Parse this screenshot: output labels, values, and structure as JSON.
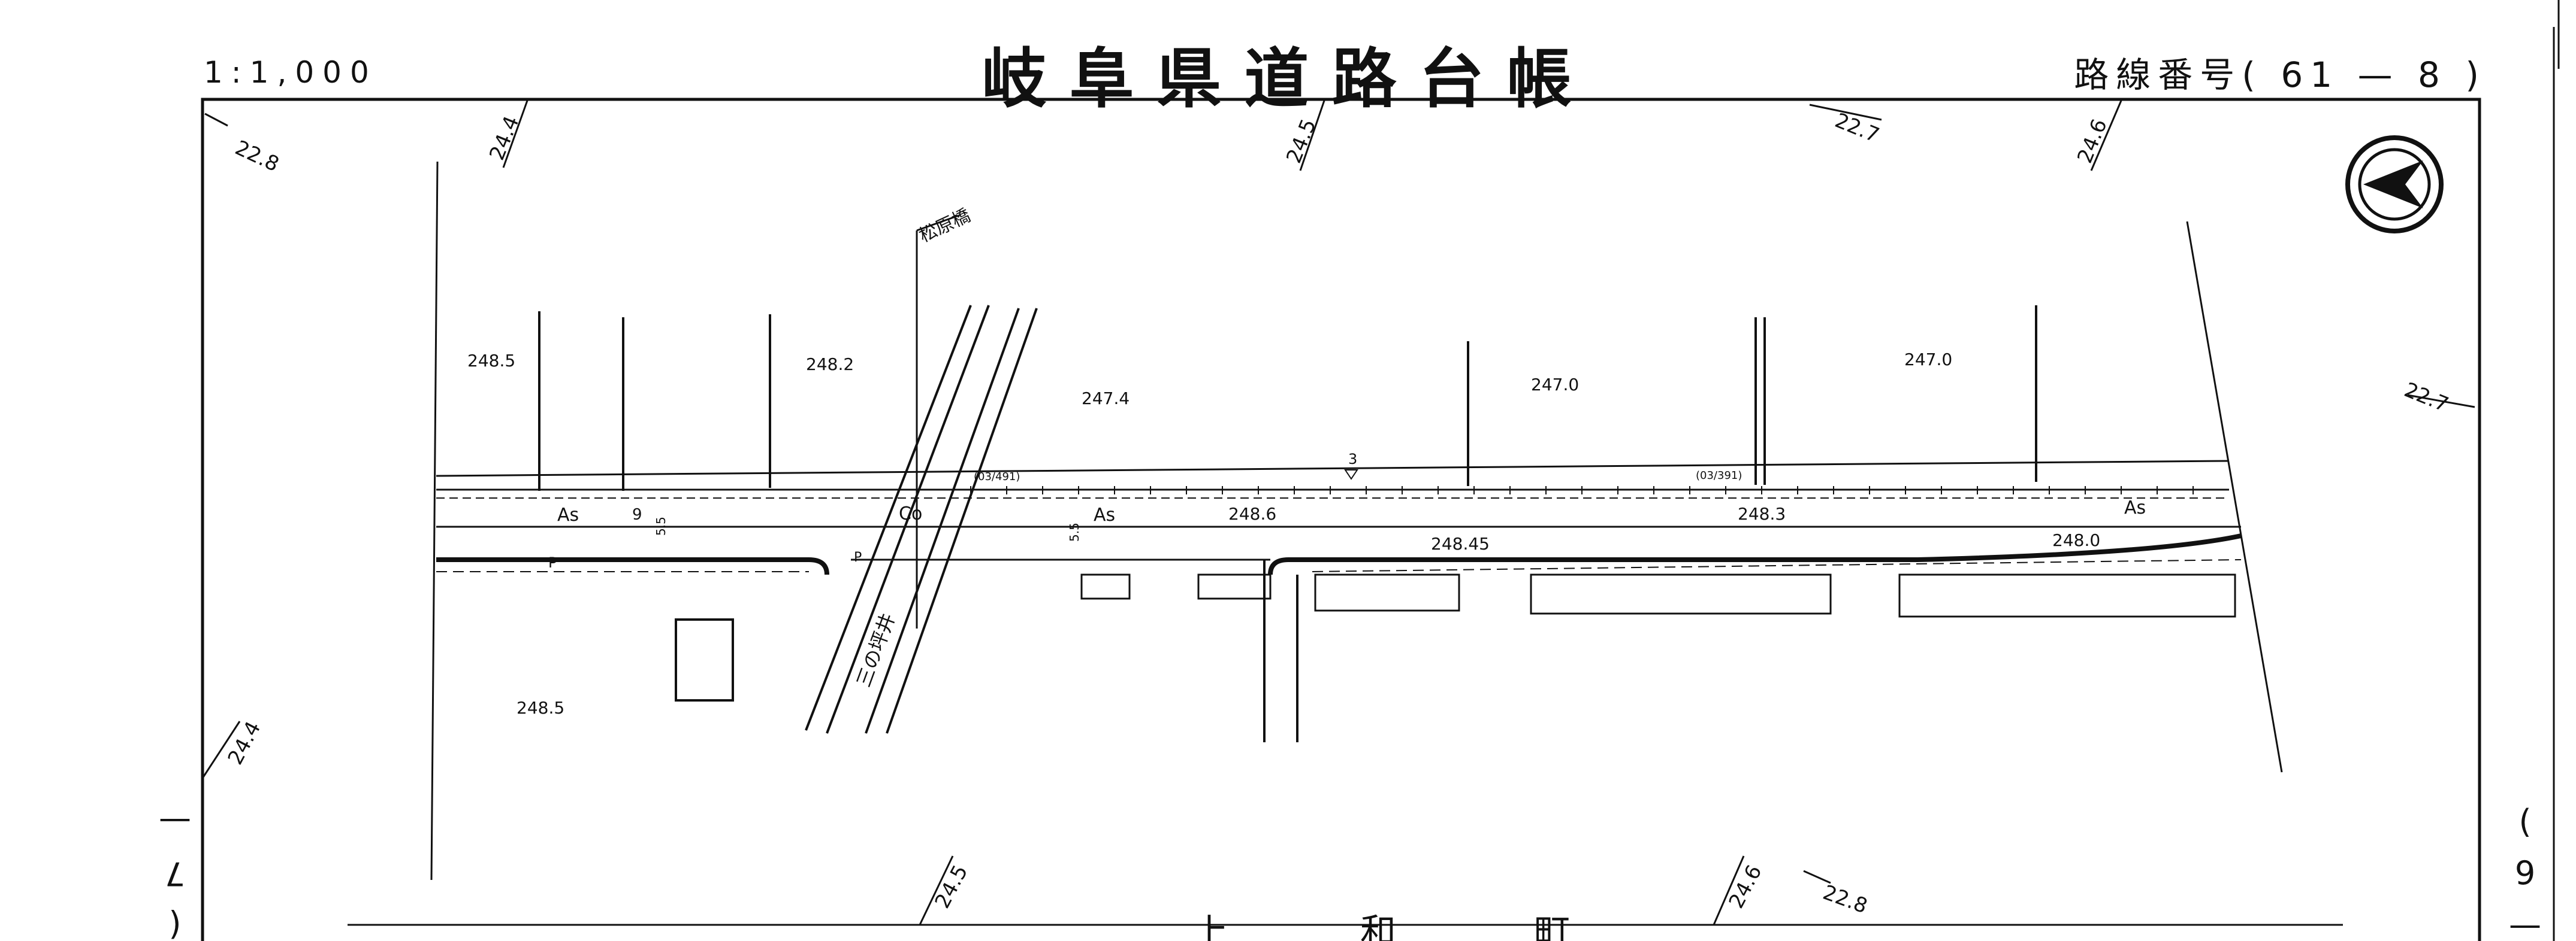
{
  "header": {
    "scale": "1:1,000",
    "title": "岐阜県道路台帳",
    "route_number": "路線番号( 61 — 8 )"
  },
  "side_labels": {
    "left": "( 7 —",
    "right": "( 9 —"
  },
  "bottom_partial": [
    "上",
    "和",
    "町"
  ],
  "contours": [
    "22.8",
    "24.4",
    "24.5",
    "22.7",
    "24.6",
    "22.7",
    "24.4",
    "24.5",
    "24.6",
    "22.8"
  ],
  "elevations": [
    "248.5",
    "248.2",
    "247.4",
    "247.0",
    "247.0",
    "248.6",
    "248.45",
    "248.3",
    "248.0",
    "248.5"
  ],
  "bridge_name": "松原橋",
  "river_label": "三の坪井",
  "road_surface": [
    "As",
    "As",
    "As",
    "Co"
  ],
  "labels": {
    "survey_point": "3",
    "section_1": "(03/491)",
    "section_2": "(03/391)",
    "width_1": "9",
    "width_2": "5.5",
    "width_3": "5.5",
    "p_1": "P",
    "p_2": "P"
  },
  "icons": {
    "north_arrow": "north-arrow-icon"
  }
}
